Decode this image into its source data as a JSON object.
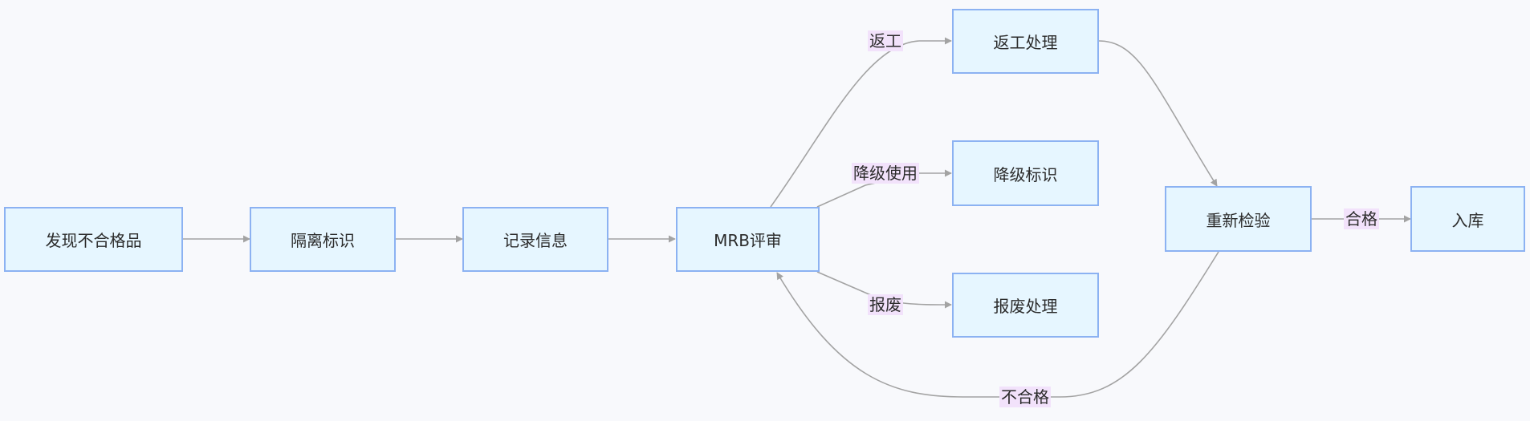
{
  "nodes": {
    "discover": "发现不合格品",
    "isolate": "隔离标识",
    "record": "记录信息",
    "mrb": "MRB评审",
    "rework": "返工处理",
    "downgrade": "降级标识",
    "scrap": "报废处理",
    "reinspect": "重新检验",
    "stock": "入库"
  },
  "edges": {
    "rework": "返工",
    "downgrade": "降级使用",
    "scrap": "报废",
    "pass": "合格",
    "fail": "不合格"
  },
  "colors": {
    "node_fill": "#e6f6ff",
    "node_border": "#8cb2f2",
    "edge": "#a3a3a3",
    "edge_label_bg": "#f2e2fb"
  }
}
